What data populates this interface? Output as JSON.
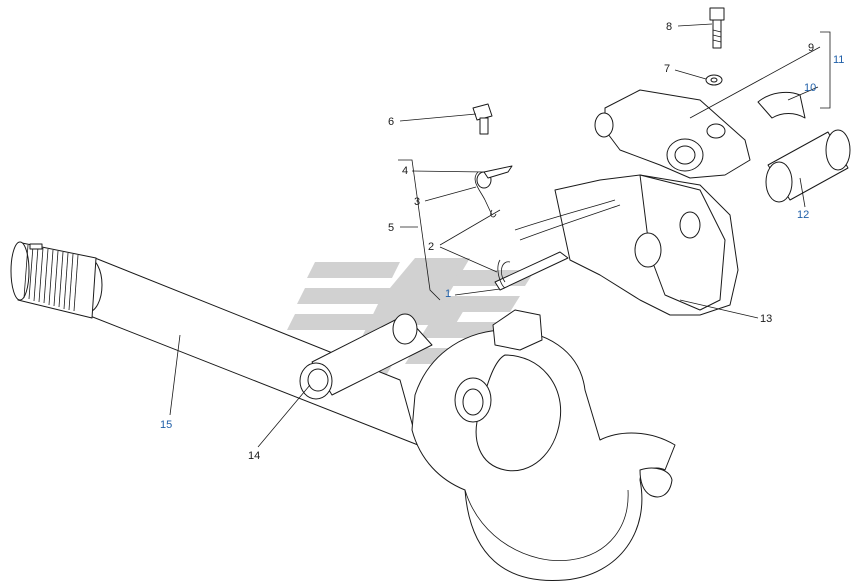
{
  "colors": {
    "line": "#1a1a1a",
    "watermark": "#c9c9c9",
    "blue_label": "#1f5fa8"
  },
  "callouts": [
    {
      "id": "1",
      "label": "1"
    },
    {
      "id": "2",
      "label": "2"
    },
    {
      "id": "3",
      "label": "3"
    },
    {
      "id": "4",
      "label": "4"
    },
    {
      "id": "5",
      "label": "5"
    },
    {
      "id": "6",
      "label": "6"
    },
    {
      "id": "7",
      "label": "7"
    },
    {
      "id": "8",
      "label": "8"
    },
    {
      "id": "9",
      "label": "9"
    },
    {
      "id": "10",
      "label": "10"
    },
    {
      "id": "11",
      "label": "11"
    },
    {
      "id": "12",
      "label": "12"
    },
    {
      "id": "13",
      "label": "13"
    },
    {
      "id": "14",
      "label": "14"
    },
    {
      "id": "15",
      "label": "15"
    }
  ]
}
